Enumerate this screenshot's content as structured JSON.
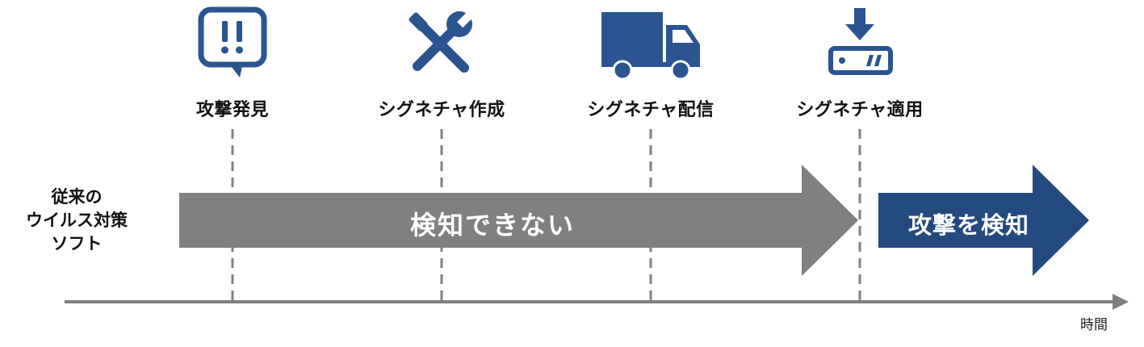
{
  "stages": [
    {
      "label": "攻撃発見",
      "icon": "alert-speech-bubble-icon"
    },
    {
      "label": "シグネチャ作成",
      "icon": "wrench-screwdriver-icon"
    },
    {
      "label": "シグネチャ配信",
      "icon": "delivery-truck-icon"
    },
    {
      "label": "シグネチャ適用",
      "icon": "download-device-icon"
    }
  ],
  "side_label": {
    "line1": "従来の",
    "line2": "ウイルス対策",
    "line3": "ソフト"
  },
  "undetected_arrow": {
    "label": "検知できない",
    "color": "#808080"
  },
  "detected_arrow": {
    "label": "攻撃を検知",
    "color": "#234a7e"
  },
  "timeline": {
    "label": "時間",
    "color": "#7f7f7f"
  },
  "icon_color": "#2a5591"
}
